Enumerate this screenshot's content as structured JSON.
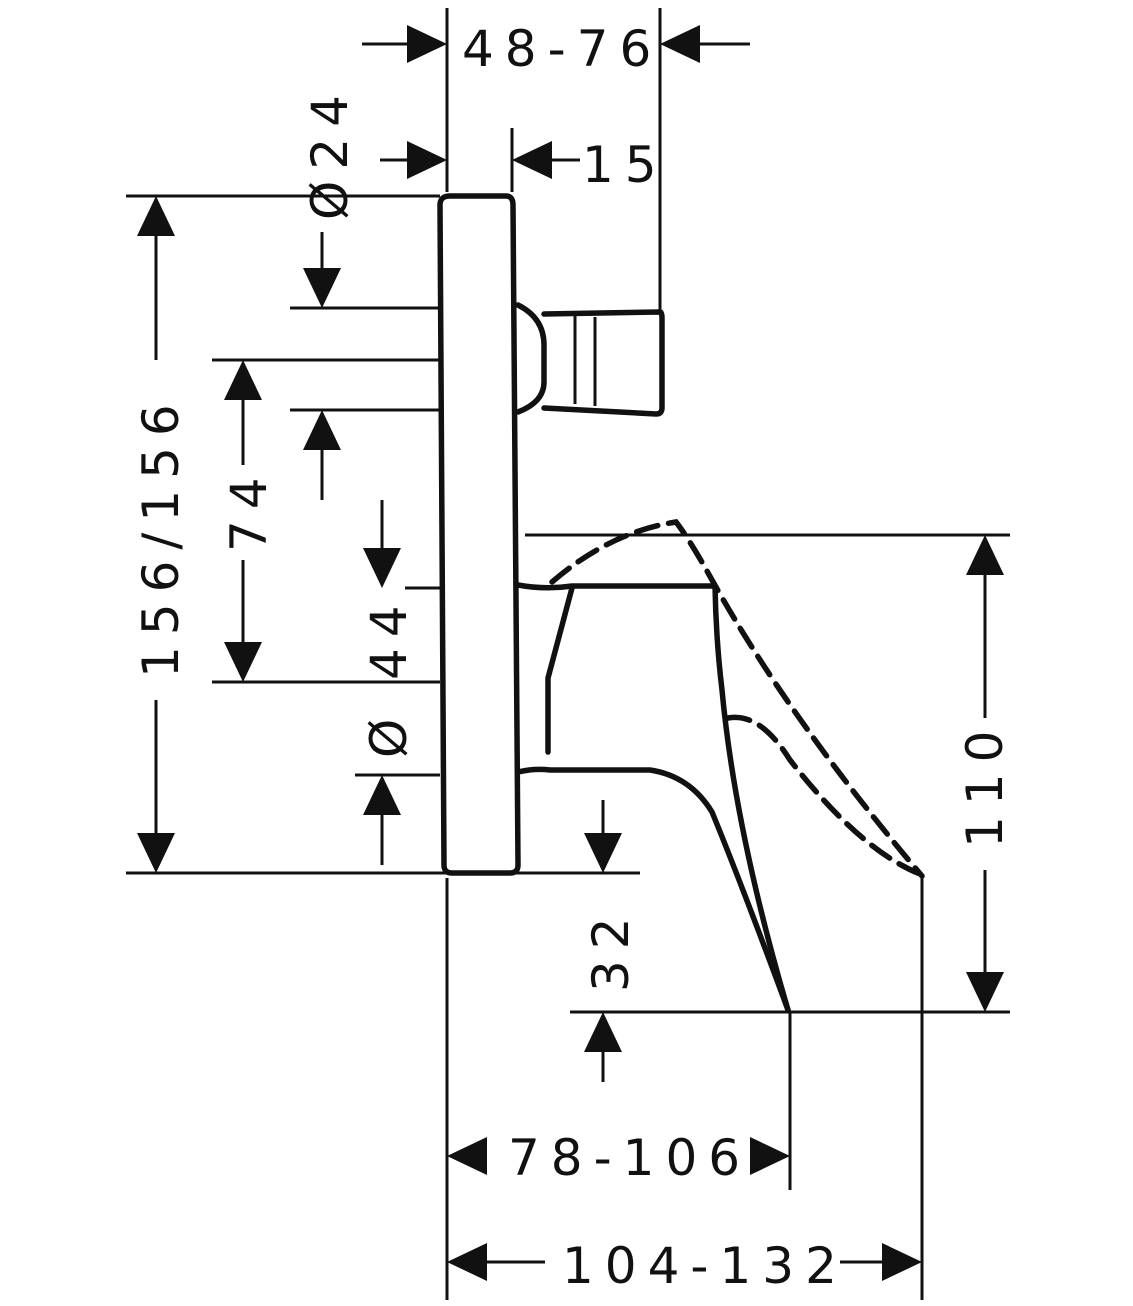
{
  "dimensions": {
    "top_depth_range": "48-76",
    "diameter_top": "Ø24",
    "offset_top": "15",
    "plate_height": "156/156",
    "vertical_74": "74",
    "vertical_44": "44",
    "diameter_symbol_lower": "Ø",
    "spout_height": "110",
    "spout_drop": "32",
    "projection_handle": "78-106",
    "projection_total": "104-132"
  }
}
